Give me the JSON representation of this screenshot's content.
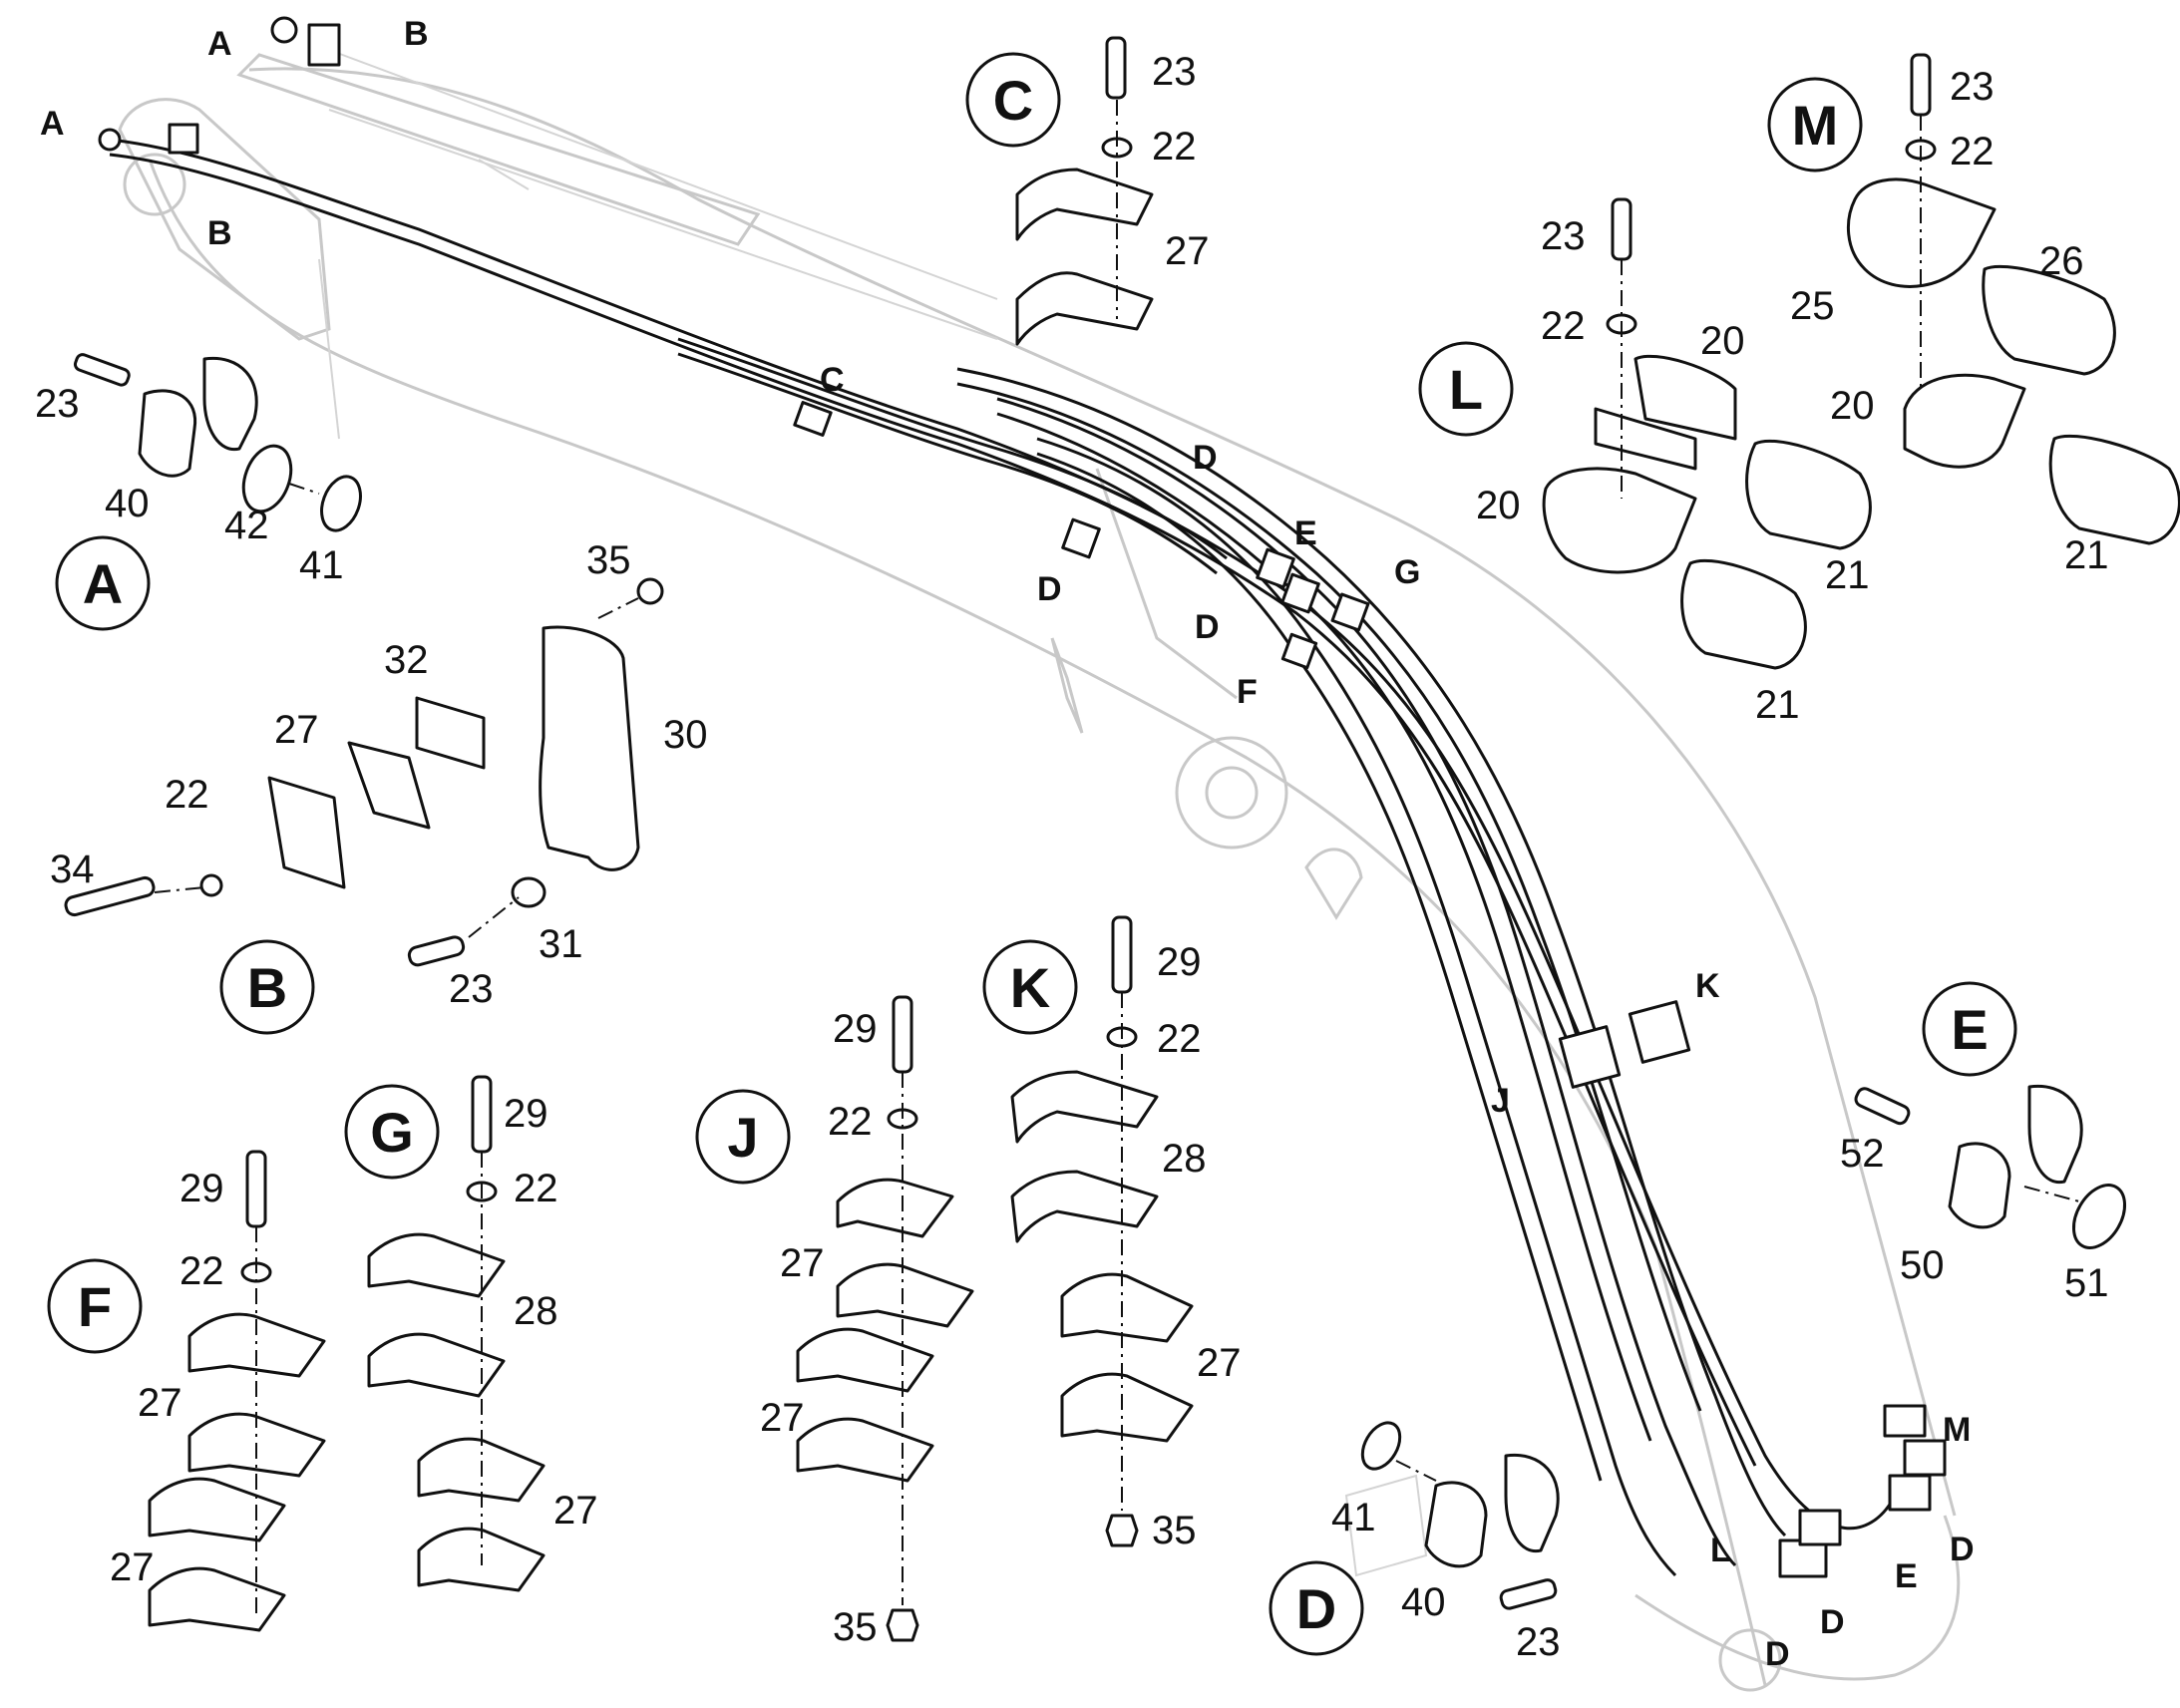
{
  "callouts": {
    "A1": "A",
    "A2": "A",
    "B1": "B",
    "B2": "B",
    "C": "C",
    "D1": "D",
    "D2": "D",
    "D3": "D",
    "D4": "D",
    "D5": "D",
    "D6": "D",
    "E1": "E",
    "E2": "E",
    "F": "F",
    "G": "G",
    "J": "J",
    "K": "K",
    "L": "L",
    "M": "M"
  },
  "detail_views": {
    "A": {
      "letter": "A",
      "labels": [
        "23",
        "40",
        "42",
        "41"
      ]
    },
    "B": {
      "letter": "B",
      "labels": [
        "35",
        "32",
        "30",
        "27",
        "22",
        "34",
        "23",
        "31"
      ]
    },
    "C": {
      "letter": "C",
      "labels": [
        "23",
        "22",
        "27"
      ]
    },
    "M": {
      "letter": "M",
      "labels": [
        "23",
        "22",
        "26",
        "25",
        "20",
        "21"
      ]
    },
    "L": {
      "letter": "L",
      "labels": [
        "23",
        "22",
        "20",
        "20",
        "21",
        "21"
      ]
    },
    "K": {
      "letter": "K",
      "labels": [
        "29",
        "22",
        "28",
        "27",
        "35"
      ]
    },
    "J": {
      "letter": "J",
      "labels": [
        "29",
        "22",
        "27",
        "27",
        "35"
      ]
    },
    "G": {
      "letter": "G",
      "labels": [
        "29",
        "22",
        "28",
        "27"
      ]
    },
    "F": {
      "letter": "F",
      "labels": [
        "29",
        "22",
        "27",
        "27"
      ]
    },
    "E": {
      "letter": "E",
      "labels": [
        "52",
        "50",
        "51"
      ]
    },
    "D": {
      "letter": "D",
      "labels": [
        "41",
        "40",
        "23"
      ]
    }
  }
}
